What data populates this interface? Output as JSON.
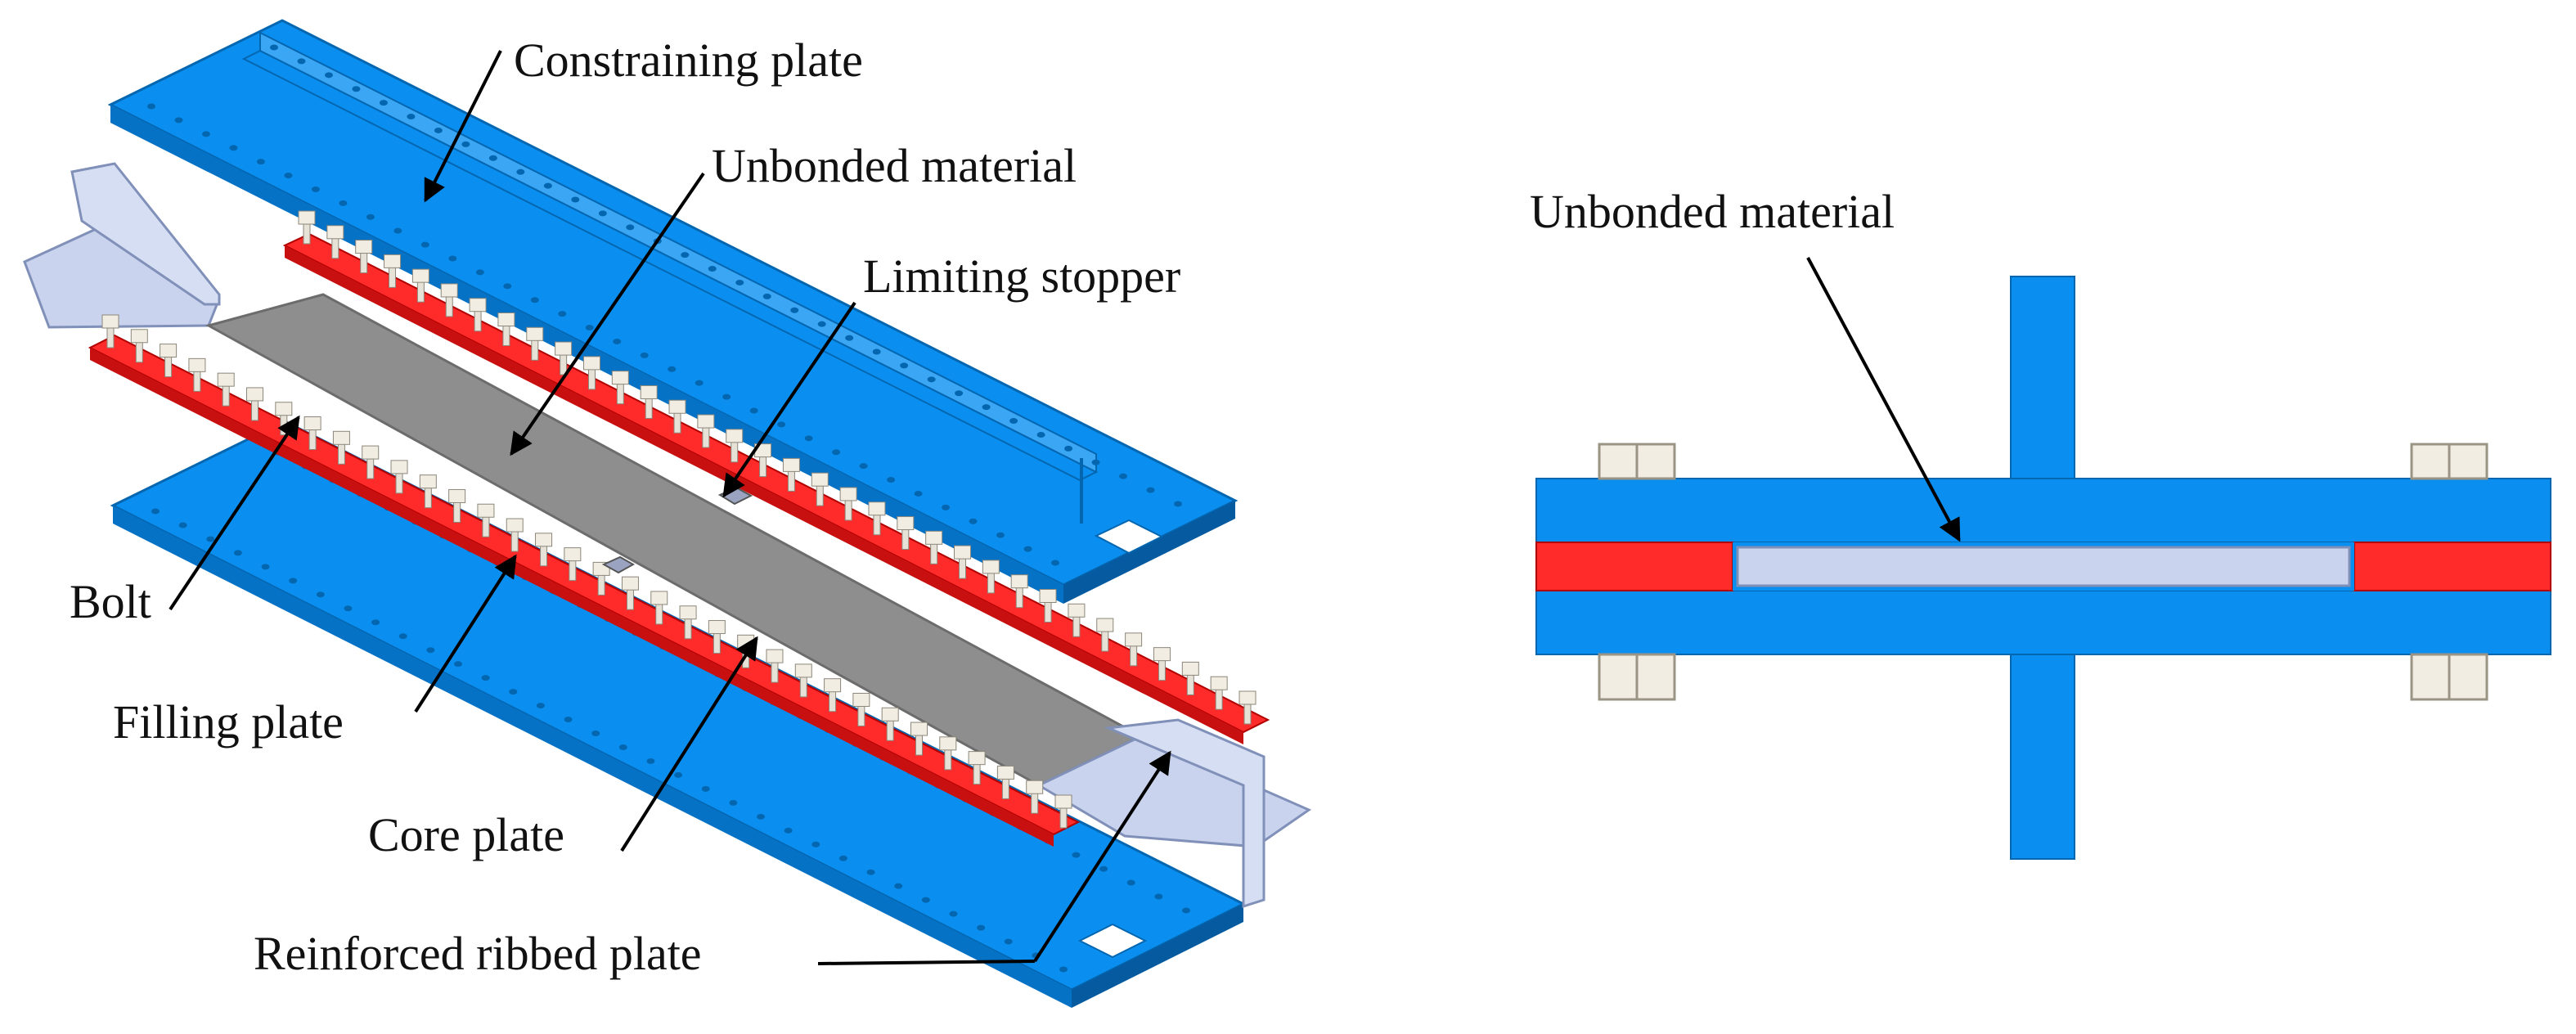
{
  "colors": {
    "constraining_plate": "#0a8ff0",
    "filling_plate": "#ff2a2a",
    "core_plate": "#8e8e8e",
    "reinforced_ribbed_plate": "#c9d3ee",
    "unbonded_material": "#c9d3ee",
    "bolt": "#f2ede3",
    "leader_line": "#000000"
  },
  "left_view": {
    "labels": {
      "constraining_plate": "Constraining plate",
      "unbonded_material": "Unbonded material",
      "limiting_stopper": "Limiting stopper",
      "bolt": "Bolt",
      "filling_plate": "Filling plate",
      "core_plate": "Core plate",
      "reinforced_ribbed_plate": "Reinforced ribbed plate"
    }
  },
  "right_view": {
    "labels": {
      "unbonded_material": "Unbonded material"
    }
  }
}
